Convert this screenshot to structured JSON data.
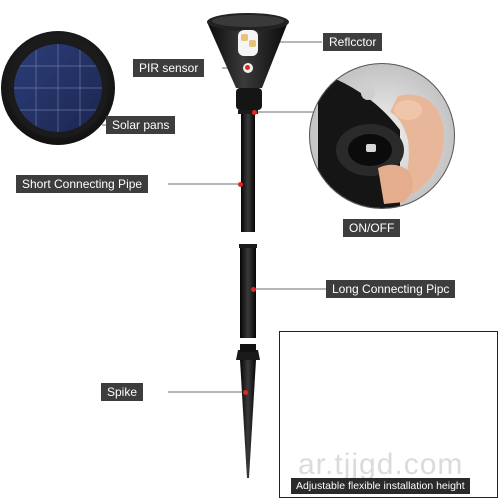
{
  "labels": {
    "reflector": "Reflcctor",
    "pir_sensor": "PIR sensor",
    "solar_panels": "Solar pans",
    "short_pipe": "Short Connecting Pipe",
    "on_off": "ON/OFF",
    "long_pipe": "Long Connecting Pipc",
    "spike": "Spike"
  },
  "inset": {
    "caption": "Adjustable flexible installation height"
  },
  "watermark": "ar.tjjgd.com",
  "colors": {
    "label_bg": "#3d3d3d",
    "accent_dot": "#e0281e",
    "product_black": "#111111"
  }
}
